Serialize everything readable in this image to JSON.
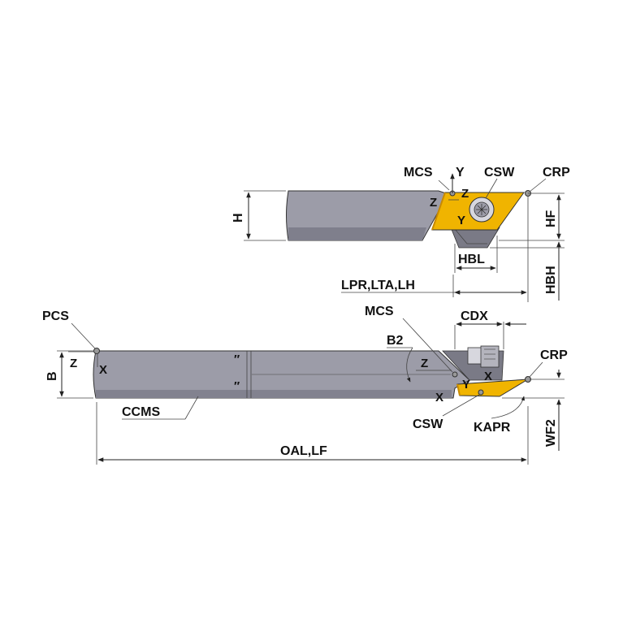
{
  "colors": {
    "body_fill": "#9c9ca8",
    "body_dark": "#6e6e7c",
    "insert_fill": "#f0b400",
    "insert_dark": "#c88a00",
    "line": "#222222"
  },
  "top_view": {
    "labels": {
      "mcs": "MCS",
      "y_axis": "Y",
      "csw": "CSW",
      "crp": "CRP",
      "z_left": "Z",
      "z_insert": "Z",
      "y_insert": "Y",
      "h": "H",
      "hf": "HF",
      "hbl": "HBL",
      "hbh": "HBH",
      "lpr": "LPR,LTA,LH"
    }
  },
  "side_view": {
    "labels": {
      "pcs": "PCS",
      "z": "Z",
      "x": "X",
      "b": "B",
      "ccms": "CCMS",
      "mcs": "MCS",
      "b2": "B2",
      "cdx": "CDX",
      "crp": "CRP",
      "z_mid": "Z",
      "y_insert": "Y",
      "x_insert": "X",
      "x_low": "X",
      "csw": "CSW",
      "kapr": "KAPR",
      "wf2": "WF2",
      "oal": "OAL,LF"
    }
  }
}
